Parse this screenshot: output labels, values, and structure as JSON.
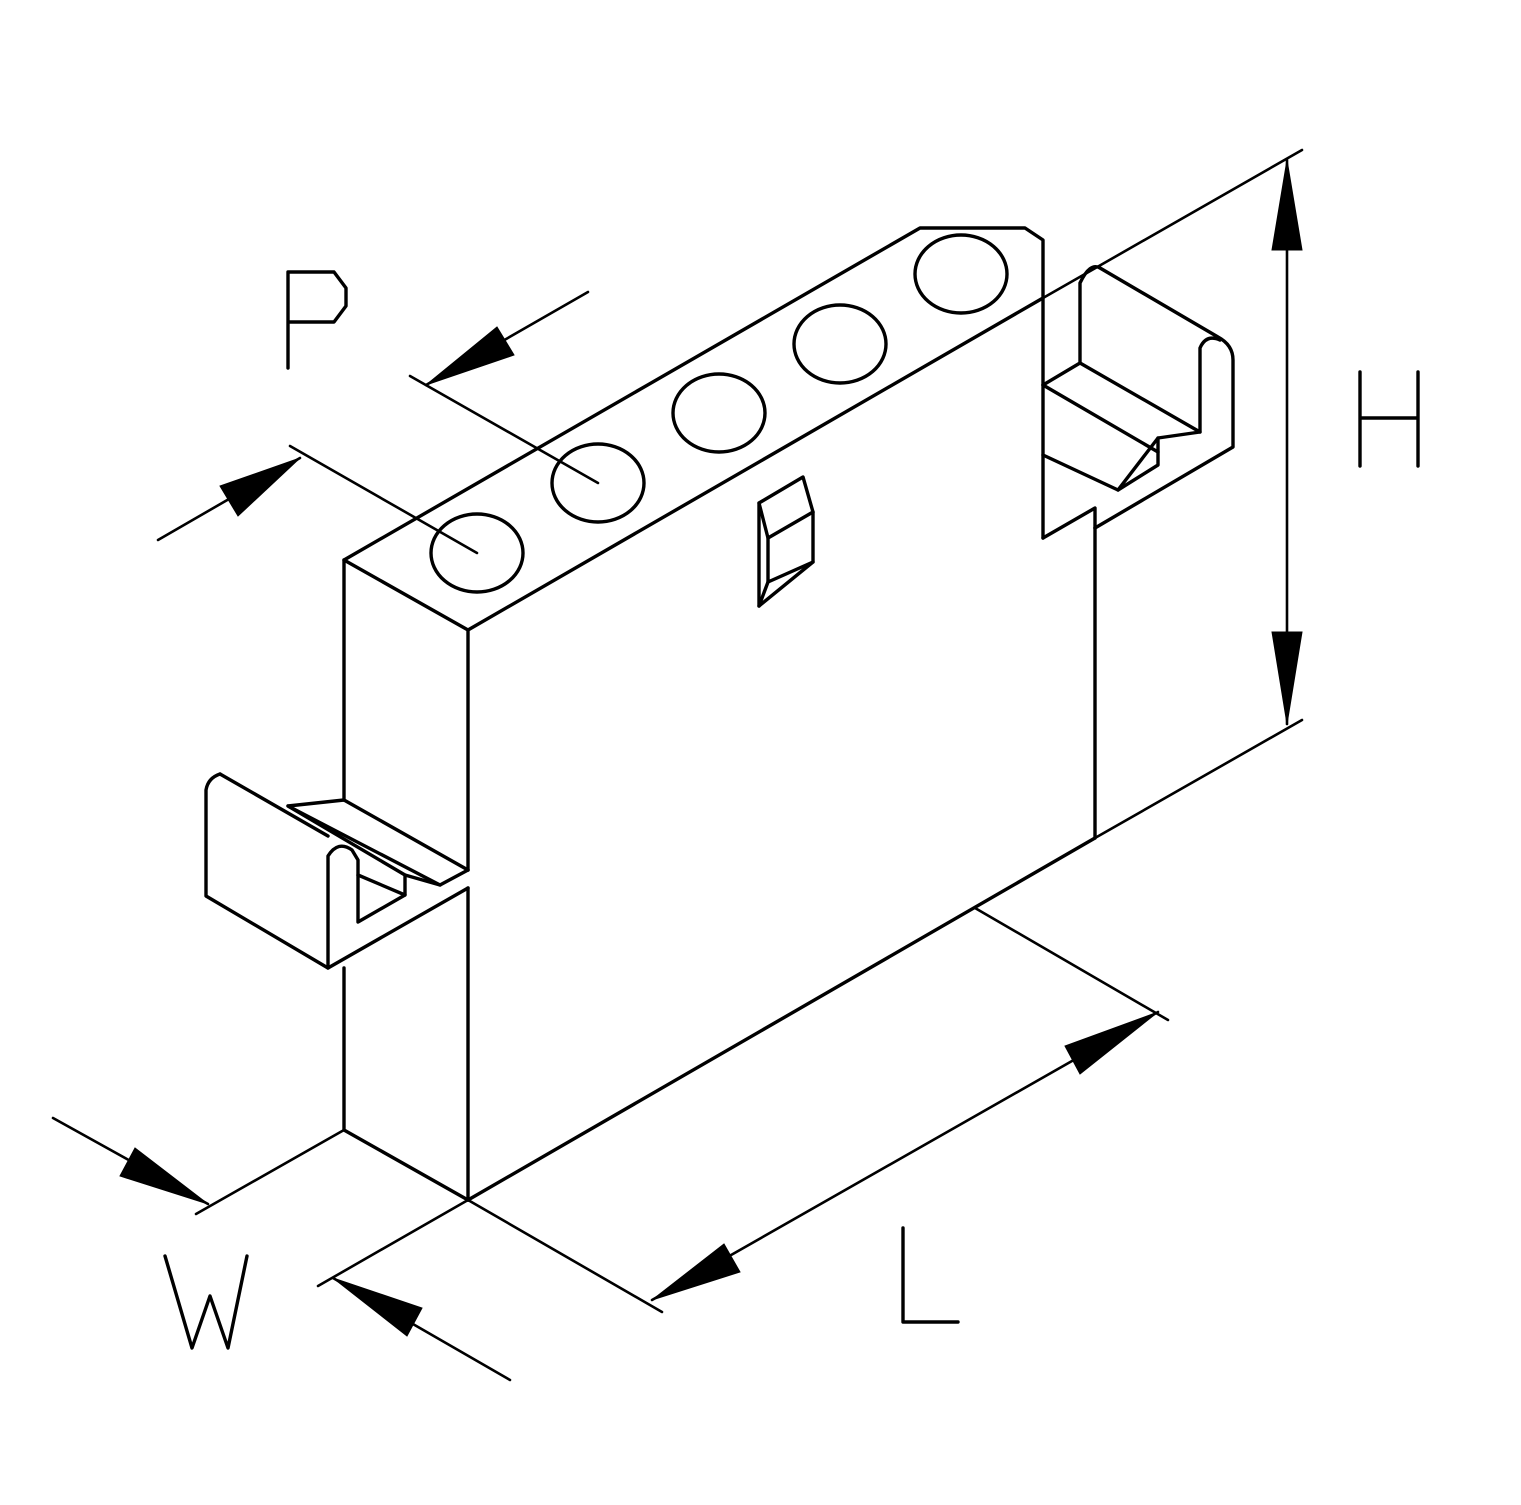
{
  "dimensions": {
    "pitch": "P",
    "height": "H",
    "length": "L",
    "width": "W"
  },
  "connector": {
    "cavity_count": 5
  },
  "colors": {
    "line": "#000000",
    "background": "#ffffff"
  }
}
